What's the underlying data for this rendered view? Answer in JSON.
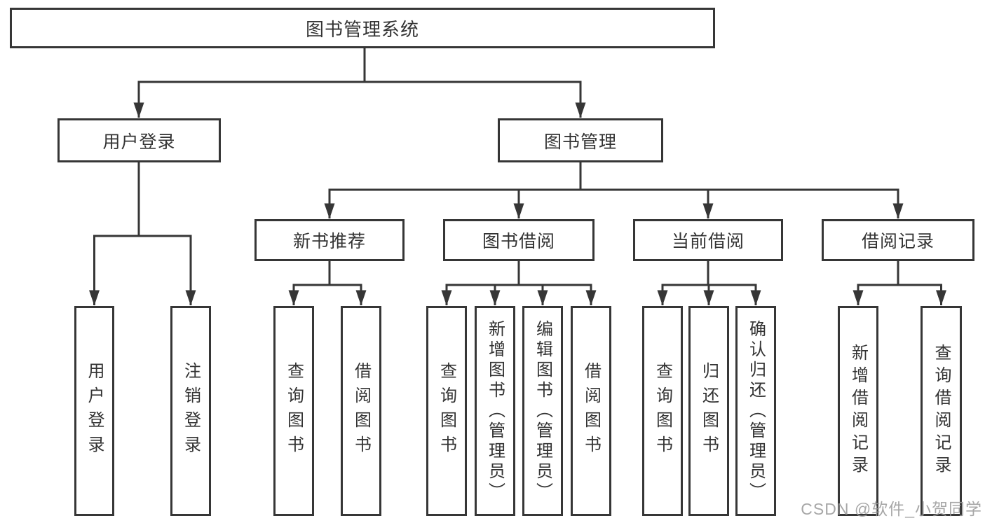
{
  "diagram": {
    "root": {
      "label": "图书管理系统"
    },
    "branches": [
      {
        "label": "用户登录",
        "children": [
          {
            "label": "用户登录"
          },
          {
            "label": "注销登录"
          }
        ]
      },
      {
        "label": "图书管理",
        "children": [
          {
            "label": "新书推荐",
            "children": [
              {
                "label": "查询图书"
              },
              {
                "label": "借阅图书"
              }
            ]
          },
          {
            "label": "图书借阅",
            "children": [
              {
                "label": "查询图书"
              },
              {
                "label": "新增图书（管理员）"
              },
              {
                "label": "编辑图书（管理员）"
              },
              {
                "label": "借阅图书"
              }
            ]
          },
          {
            "label": "当前借阅",
            "children": [
              {
                "label": "查询图书"
              },
              {
                "label": "归还图书"
              },
              {
                "label": "确认归还（管理员）"
              }
            ]
          },
          {
            "label": "借阅记录",
            "children": [
              {
                "label": "新增借阅记录"
              },
              {
                "label": "查询借阅记录"
              }
            ]
          }
        ]
      }
    ]
  },
  "watermark": {
    "text": "CSDN @软件_小贺同学"
  },
  "colors": {
    "line": "#363636",
    "box_border": "#363636",
    "text": "#333333",
    "background": "#ffffff",
    "watermark": "#9b9b9b"
  }
}
